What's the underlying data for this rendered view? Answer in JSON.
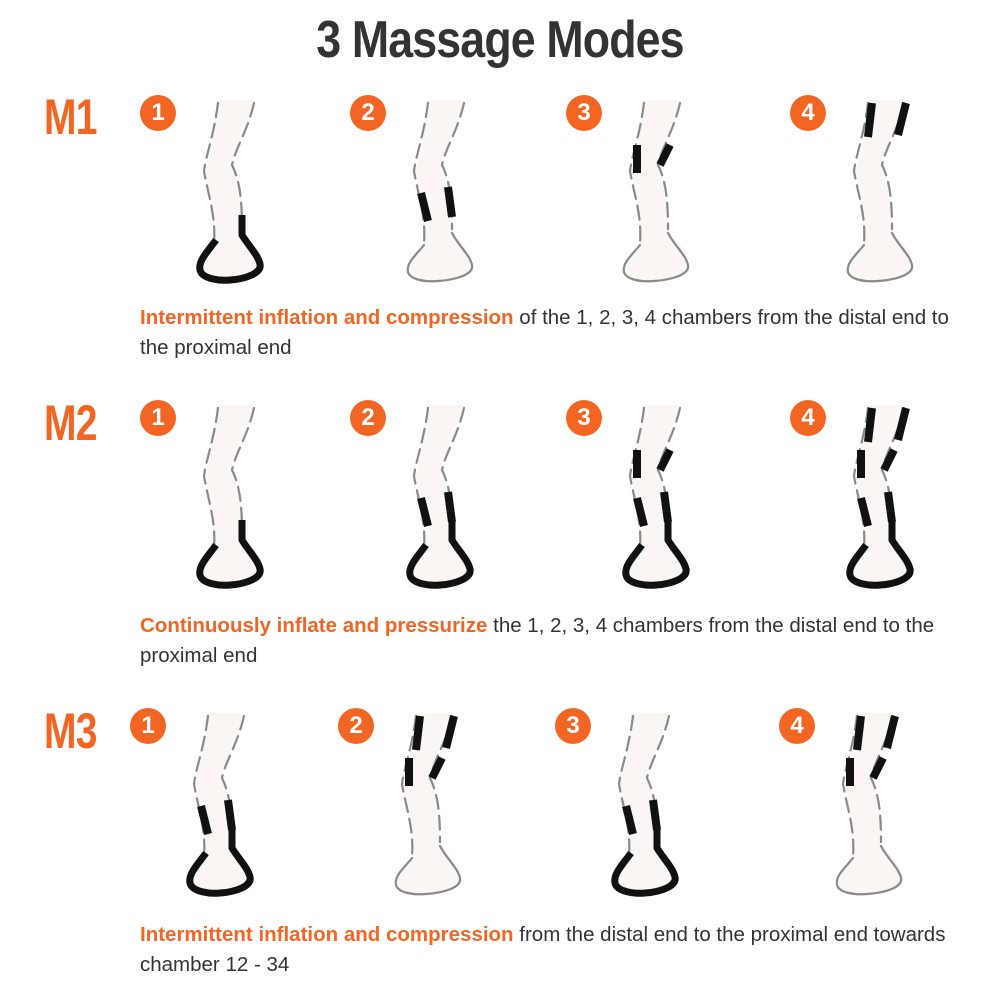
{
  "title": "3 Massage Modes",
  "colors": {
    "accent": "#f26522",
    "text": "#333333",
    "band": "#111111"
  },
  "modes": [
    {
      "label": "M1",
      "steps": [
        {
          "num": "1",
          "active": [
            "foot"
          ]
        },
        {
          "num": "2",
          "active": [
            "calf"
          ]
        },
        {
          "num": "3",
          "active": [
            "knee"
          ]
        },
        {
          "num": "4",
          "active": [
            "thigh"
          ]
        }
      ],
      "desc_highlight": "Intermittent inflation and compression",
      "desc_rest": " of the 1, 2, 3,  4 chambers from the distal end to the proximal end"
    },
    {
      "label": "M2",
      "steps": [
        {
          "num": "1",
          "active": [
            "foot"
          ]
        },
        {
          "num": "2",
          "active": [
            "foot",
            "calf"
          ]
        },
        {
          "num": "3",
          "active": [
            "foot",
            "calf",
            "knee"
          ]
        },
        {
          "num": "4",
          "active": [
            "foot",
            "calf",
            "knee",
            "thigh"
          ]
        }
      ],
      "desc_highlight": "Continuously inflate and pressurize",
      "desc_rest": " the 1, 2, 3, 4 chambers from the distal end to the proximal end"
    },
    {
      "label": "M3",
      "steps": [
        {
          "num": "1",
          "active": [
            "foot",
            "calf"
          ]
        },
        {
          "num": "2",
          "active": [
            "knee",
            "thigh"
          ]
        },
        {
          "num": "3",
          "active": [
            "foot",
            "calf"
          ]
        },
        {
          "num": "4",
          "active": [
            "knee",
            "thigh"
          ]
        }
      ],
      "desc_highlight": "Intermittent inflation and compression",
      "desc_rest": " from the distal end to the proximal end towards chamber 12 - 34"
    }
  ]
}
